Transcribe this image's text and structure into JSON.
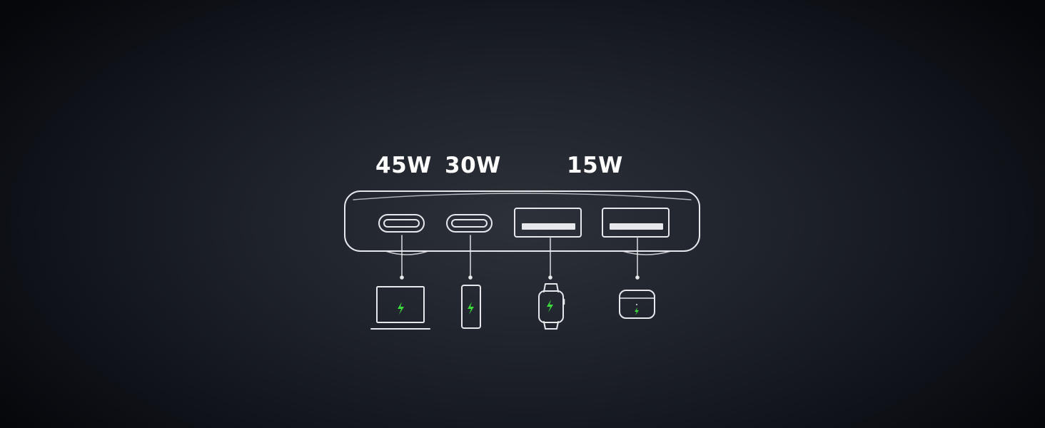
{
  "labels": {
    "port_group_1": "45W",
    "port_group_2": "30W",
    "port_group_3": "15W"
  },
  "colors": {
    "line": "#e6e8ec",
    "charge_bolt": "#3ddc3d",
    "text": "#ffffff"
  },
  "ports": [
    "usb-c",
    "usb-c",
    "usb-a",
    "usb-a"
  ],
  "devices": [
    "laptop-icon",
    "phone-icon",
    "watch-icon",
    "earbuds-case-icon"
  ]
}
